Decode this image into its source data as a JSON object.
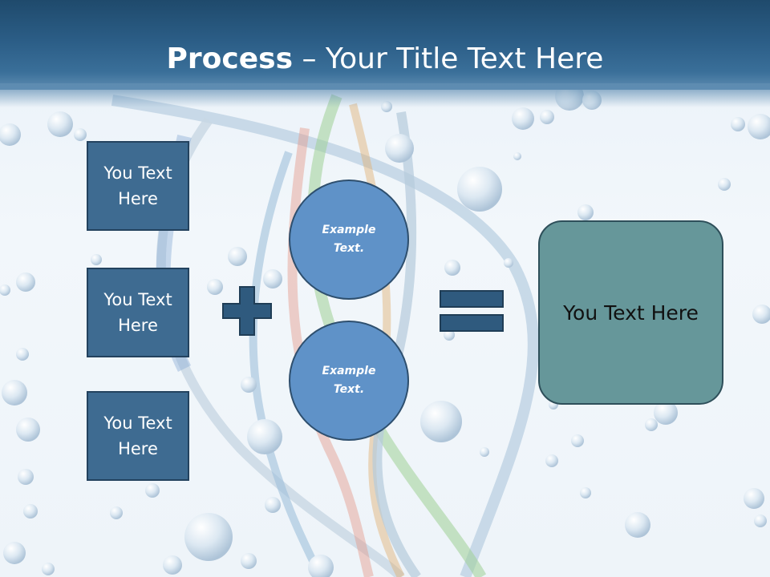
{
  "title": {
    "bold": "Process",
    "rest": " – Your Title Text Here"
  },
  "boxes": [
    "You Text Here",
    "You Text Here",
    "You Text Here"
  ],
  "circles": [
    "Example Text.",
    "Example Text."
  ],
  "result": "You Text Here",
  "icons": {
    "plus": "plus-icon",
    "equals": "equals-icon"
  },
  "colors": {
    "header": "#2b5d86",
    "box": "#3e6b91",
    "circle": "#5f92c8",
    "result": "#66979a",
    "operator": "#2f5a7e"
  }
}
